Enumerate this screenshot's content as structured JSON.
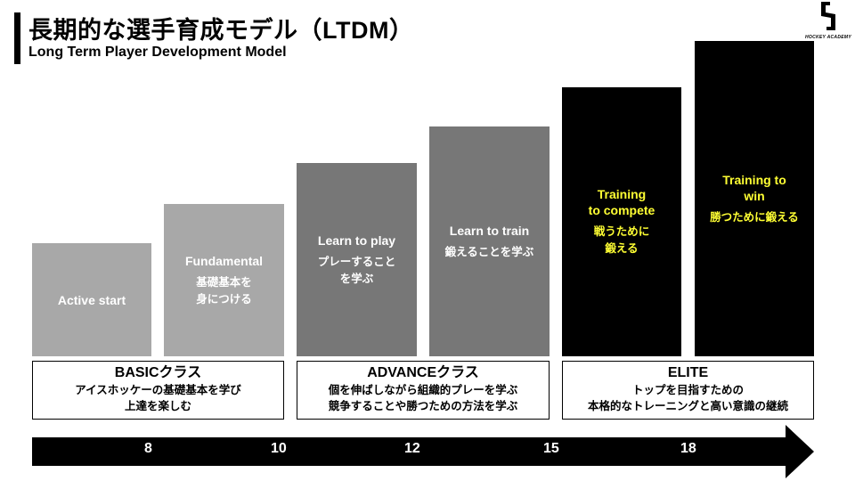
{
  "header": {
    "title": "長期的な選手育成モデル（LTDM）",
    "subtitle": "Long Term Player Development Model",
    "logo_text": "HOCKEY ACADEMY"
  },
  "stages": [
    {
      "en": "Active start",
      "jp": ""
    },
    {
      "en": "Fundamental",
      "jp": "基礎基本を\n身につける"
    },
    {
      "en": "Learn to play",
      "jp": "プレーすること\nを学ぶ"
    },
    {
      "en": "Learn to train",
      "jp": "鍛えることを学ぶ"
    },
    {
      "en": "Training\nto compete",
      "jp": "戦うために\n鍛える"
    },
    {
      "en": "Training to\nwin",
      "jp": "勝つために鍛える"
    }
  ],
  "classes": [
    {
      "name": "BASICクラス",
      "desc": "アイスホッケーの基礎基本を学び\n上達を楽しむ"
    },
    {
      "name": "ADVANCEクラス",
      "desc": "個を伸ばしながら組織的プレーを学ぶ\n競争することや勝つための方法を学ぶ"
    },
    {
      "name": "ELITE",
      "desc": "トップを目指すための\n本格的なトレーニングと高い意識の継続"
    }
  ],
  "ages": [
    "8",
    "10",
    "12",
    "15",
    "18"
  ],
  "colors": {
    "light_gray": "#a8a8a8",
    "mid_gray": "#777777",
    "black": "#000000",
    "highlight_yellow": "#ffff33"
  }
}
